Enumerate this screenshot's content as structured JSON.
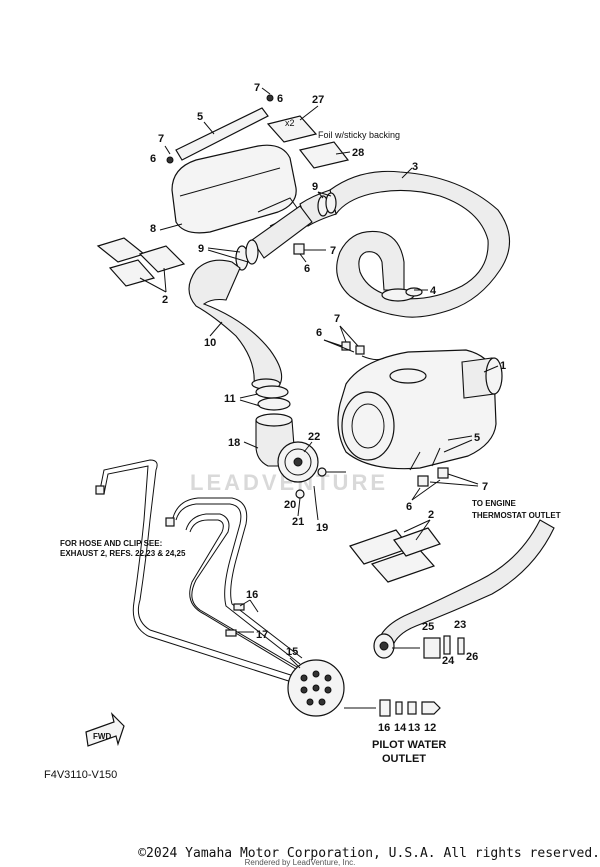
{
  "callouts": {
    "c1": "1",
    "c2a": "2",
    "c2b": "2",
    "c3": "3",
    "c4": "4",
    "c5a": "5",
    "c5b": "5",
    "c6a": "6",
    "c6b": "6",
    "c6c": "6",
    "c6d": "6",
    "c6e": "6",
    "c7a": "7",
    "c7b": "7",
    "c7c": "7",
    "c7d": "7",
    "c7e": "7",
    "c8": "8",
    "c9a": "9",
    "c9b": "9",
    "c10": "10",
    "c11": "11",
    "c12": "12",
    "c13": "13",
    "c14": "14",
    "c15": "15",
    "c16a": "16",
    "c16b": "16",
    "c17": "17",
    "c18": "18",
    "c19": "19",
    "c20": "20",
    "c21": "21",
    "c22": "22",
    "c23": "23",
    "c24": "24",
    "c25": "25",
    "c26": "26",
    "c27": "27",
    "c28": "28"
  },
  "notes": {
    "x2": "x2",
    "foil": "Foil w/sticky backing",
    "to_engine_1": "TO ENGINE",
    "to_engine_2": "THERMOSTAT OUTLET",
    "hose_clip_1": "FOR HOSE AND CLIP SEE:",
    "hose_clip_2": "EXHAUST 2, REFS. 22,23 & 24,25",
    "pilot_1": "PILOT WATER",
    "pilot_2": "OUTLET",
    "fwd": "FWD"
  },
  "diagram_code": "F4V3110-V150",
  "watermark": "LEADVENTURE",
  "footer": {
    "copyright": "©2024 Yamaha Motor Corporation, U.S.A. All rights reserved.",
    "rendered": "Rendered by LeadVenture, Inc."
  }
}
